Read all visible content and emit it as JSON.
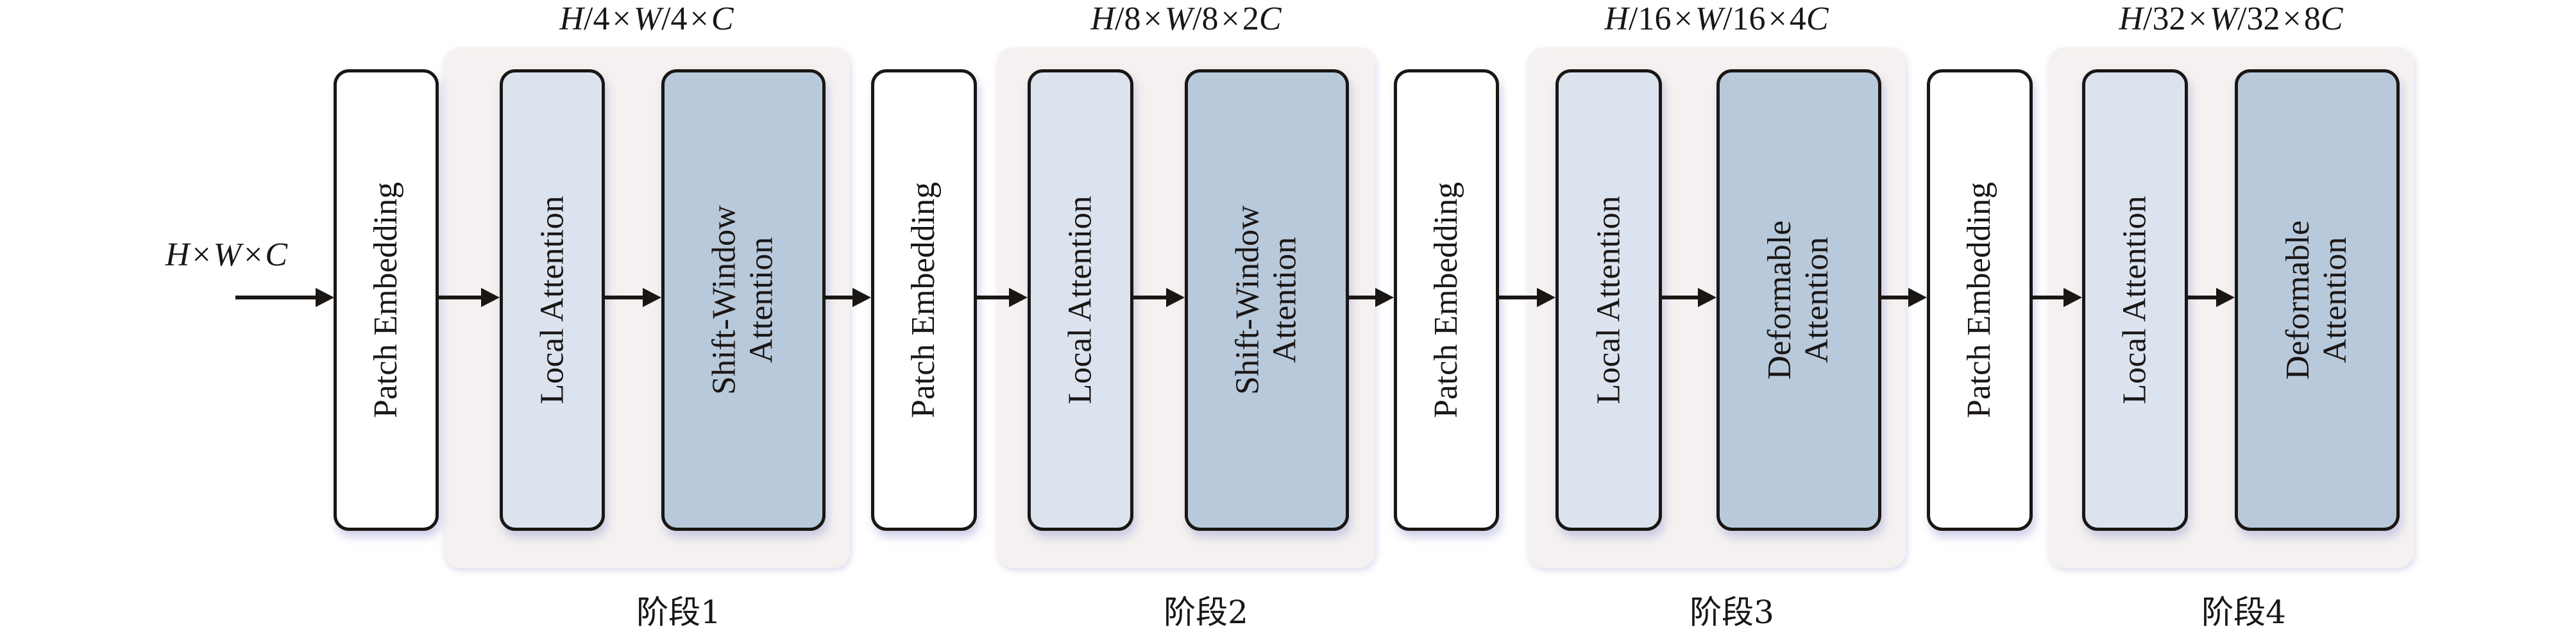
{
  "input": {
    "label": "H×W×C"
  },
  "stages": [
    {
      "label": "阶段1",
      "dims": "H/4×W/4×C",
      "patch_embedding": "Patch Embedding",
      "blocks": [
        {
          "lines": [
            "Local Attention"
          ],
          "kind": "local"
        },
        {
          "lines": [
            "Shift-Window",
            "Attention"
          ],
          "kind": "shift"
        }
      ]
    },
    {
      "label": "阶段2",
      "dims": "H/8×W/8×2C",
      "patch_embedding": "Patch Embedding",
      "blocks": [
        {
          "lines": [
            "Local Attention"
          ],
          "kind": "local"
        },
        {
          "lines": [
            "Shift-Window",
            "Attention"
          ],
          "kind": "shift"
        }
      ]
    },
    {
      "label": "阶段3",
      "dims": "H/16×W/16×4C",
      "patch_embedding": "Patch Embedding",
      "blocks": [
        {
          "lines": [
            "Local Attention"
          ],
          "kind": "local"
        },
        {
          "lines": [
            "Deformable",
            "Attention"
          ],
          "kind": "deformable"
        }
      ]
    },
    {
      "label": "阶段4",
      "dims": "H/32×W/32×8C",
      "patch_embedding": "Patch Embedding",
      "blocks": [
        {
          "lines": [
            "Local Attention"
          ],
          "kind": "local"
        },
        {
          "lines": [
            "Deformable",
            "Attention"
          ],
          "kind": "deformable"
        }
      ]
    }
  ],
  "colors": {
    "stage_background": "#f4f1f0",
    "patch_embedding_fill": "#ffffff",
    "local_attention_fill": "#dbe3ee",
    "global_attention_fill": "#b8c9db",
    "stroke": "#1a1614"
  }
}
